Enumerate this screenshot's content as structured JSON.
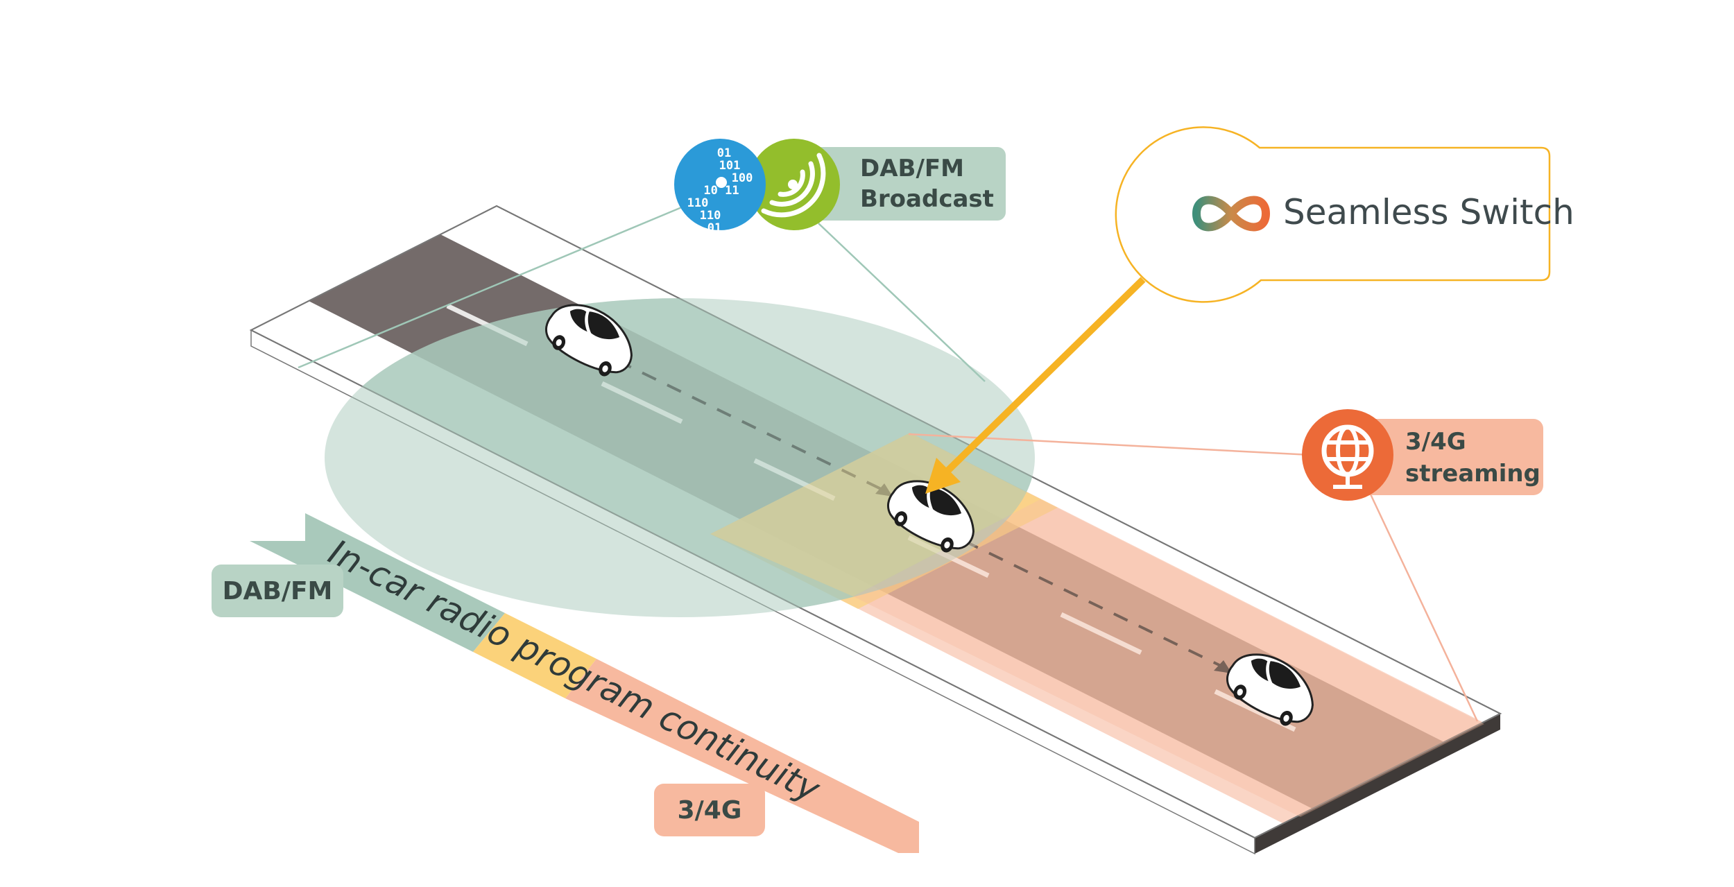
{
  "labels": {
    "broadcast": [
      "DAB/FM",
      "Broadcast"
    ],
    "seamless_switch": "Seamless Switch",
    "streaming": [
      "3/4G",
      "streaming"
    ],
    "dabfm": "DAB/FM",
    "g34": "3/4G",
    "ribbon": "In-car radio program continuity"
  },
  "binary_icon_text": [
    "01",
    "101",
    "100",
    "10    11",
    "110",
    "110",
    "01"
  ],
  "icons": [
    "binary-data-icon",
    "broadcast-signal-icon",
    "infinity-icon",
    "globe-icon",
    "car-icon"
  ],
  "colors": {
    "dab_coverage": "#a9c9bb",
    "g34_coverage": "#f7b99f",
    "overlap": "#fbd27a",
    "switch_arrow": "#f6b324",
    "binary_icon": "#2b9ad8",
    "signal_icon": "#93be2c",
    "globe_icon": "#ec6a38",
    "road_dark": "#746b6a"
  }
}
